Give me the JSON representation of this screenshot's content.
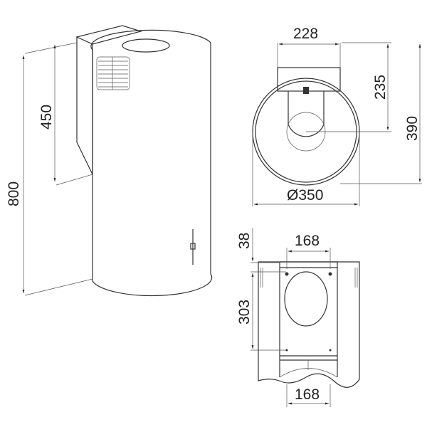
{
  "dimensions": {
    "side_view": {
      "bracket_height": "450",
      "total_height": "800"
    },
    "top_view": {
      "bracket_width": "228",
      "bracket_depth": "235",
      "total_depth": "390",
      "diameter": "Ø350"
    },
    "back_view": {
      "top_offset": "38",
      "top_hole_spacing": "168",
      "vertical_hole_spacing": "303",
      "bottom_hole_spacing": "168"
    }
  }
}
